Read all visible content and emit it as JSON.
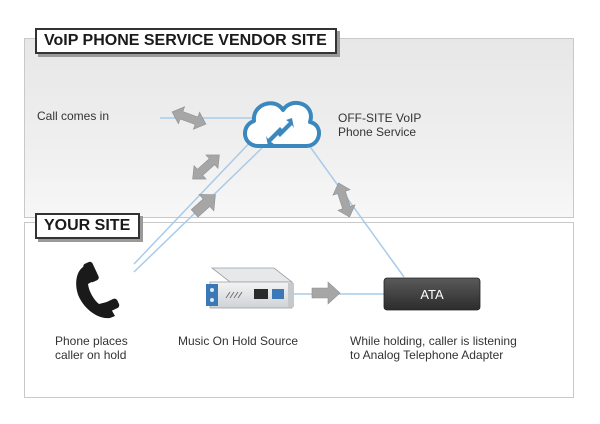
{
  "vendor_site": {
    "title": "VoIP PHONE SERVICE VENDOR SITE",
    "call_label": "Call comes in",
    "cloud_label": "OFF-SITE VoIP\nPhone Service"
  },
  "your_site": {
    "title": "YOUR SITE",
    "phone_label": "Phone places\ncaller on hold",
    "moh_label": "Music On Hold Source",
    "ata_box_label": "ATA",
    "ata_caption": "While holding, caller is listening\nto Analog Telephone Adapter"
  },
  "icons": [
    "cloud-sync-icon",
    "telephone-handset-icon",
    "music-on-hold-device-icon",
    "ata-device-icon",
    "bidirectional-arrow-icon",
    "right-arrow-icon"
  ],
  "colors": {
    "connection_line": "#a9cbe8",
    "cloud_blue": "#3a88bd",
    "arrow_gray": "#a8a8a8",
    "ata_dark": "#3e3e3e"
  }
}
